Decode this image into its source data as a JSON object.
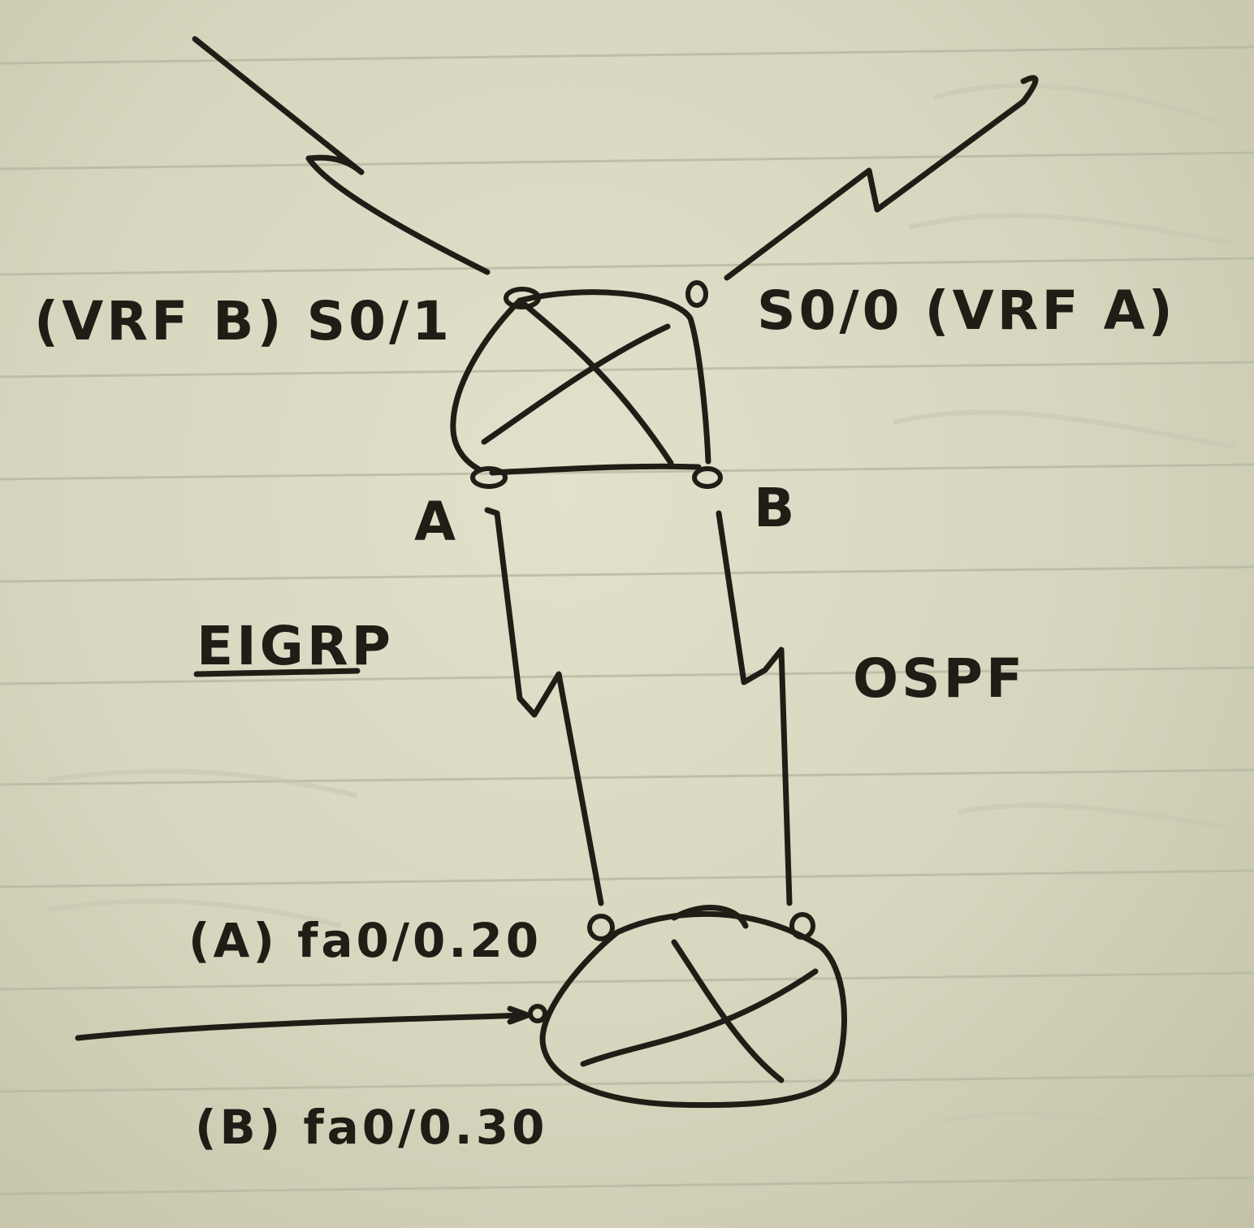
{
  "labels": {
    "vrf_b_interface": "(VRF B) S0/1",
    "vrf_a_interface": "S0/0 (VRF A)",
    "vrf_a_short": "A",
    "vrf_b_short": "B",
    "eigrp": "EIGRP",
    "ospf": "OSPF",
    "subint_a": "(A) fa0/0.20",
    "subint_b": "(B) fa0/0.30"
  },
  "colors": {
    "paper": "#d8d7c0",
    "ruled_line": "#b9b8a3",
    "ink": "#221c16"
  },
  "icons": {
    "router_top": "router-icon",
    "router_bottom": "router-icon",
    "serial_link": "lightning-serial-link"
  }
}
